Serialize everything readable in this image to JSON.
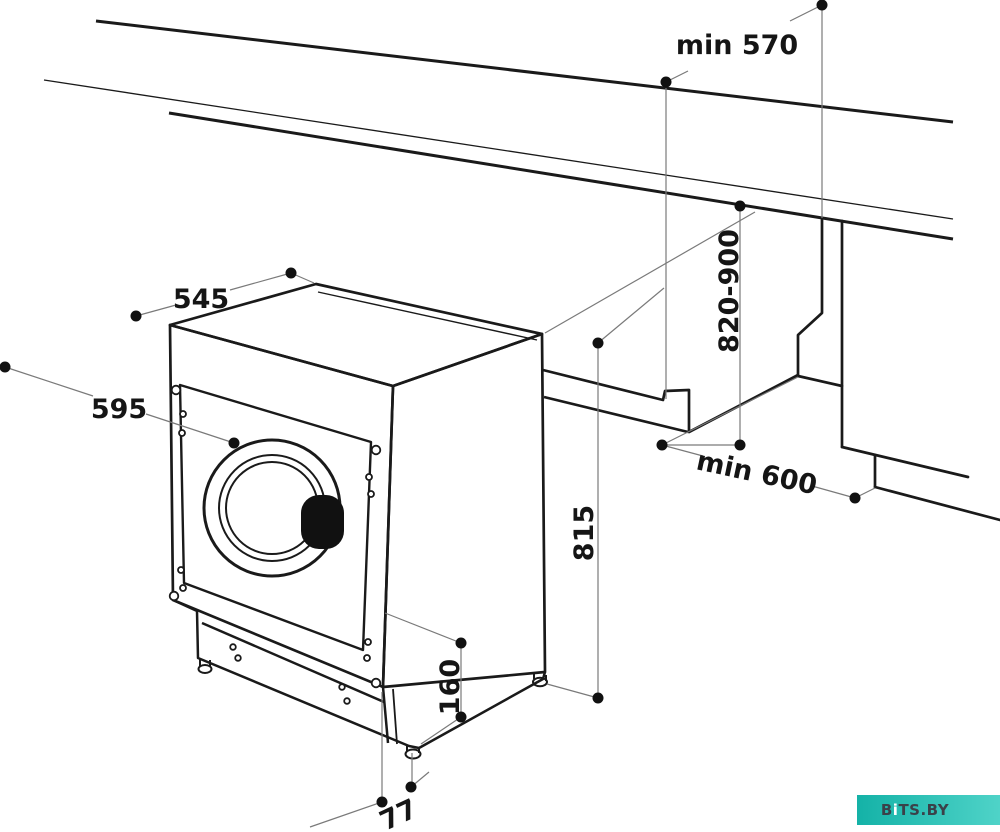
{
  "diagram": {
    "labels": {
      "niche_depth_min": "min 570",
      "build_in_height_range": "820-900",
      "top_depth": "545",
      "front_width": "595",
      "machine_height": "815",
      "worktop_depth_min": "min 600",
      "plinth_height": "160",
      "foot_height": "77"
    }
  },
  "watermark": {
    "text": "BiTS.BY",
    "segments": {
      "b": "B",
      "i": "i",
      "rest": "TS.BY"
    },
    "bar_gradient_left": "#14b2a7",
    "bar_gradient_right": "#4fd3c8",
    "text_color": "#3a4149",
    "i_color": "#ffffff"
  },
  "colors": {
    "line": "#1a1a1a",
    "dim_line": "#7a7a7a",
    "background": "#ffffff"
  }
}
